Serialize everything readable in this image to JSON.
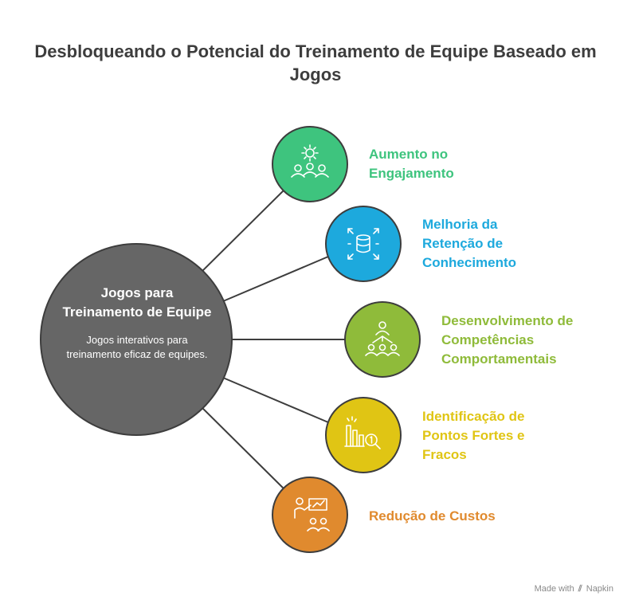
{
  "title": "Desbloqueando o Potencial do Treinamento de Equipe Baseado em Jogos",
  "center": {
    "title": "Jogos para Treinamento de Equipe",
    "description": "Jogos interativos para treinamento eficaz de equipes."
  },
  "items": [
    {
      "label": "Aumento no Engajamento",
      "color": "#3ec47e",
      "icon": "gear-people-icon"
    },
    {
      "label": "Melhoria da Retenção de Conhecimento",
      "color": "#1da9dd",
      "icon": "database-arrows-icon"
    },
    {
      "label": "Desenvolvimento de Competências Comportamentais",
      "color": "#8fbb3a",
      "icon": "leader-team-icon"
    },
    {
      "label": "Identificação de Pontos Fortes e Fracos",
      "color": "#e0c514",
      "icon": "chart-magnifier-icon"
    },
    {
      "label": "Redução de Custos",
      "color": "#e08a2e",
      "icon": "presenter-audience-icon"
    }
  ],
  "footer": {
    "made_with": "Made with",
    "brand": "Napkin"
  }
}
